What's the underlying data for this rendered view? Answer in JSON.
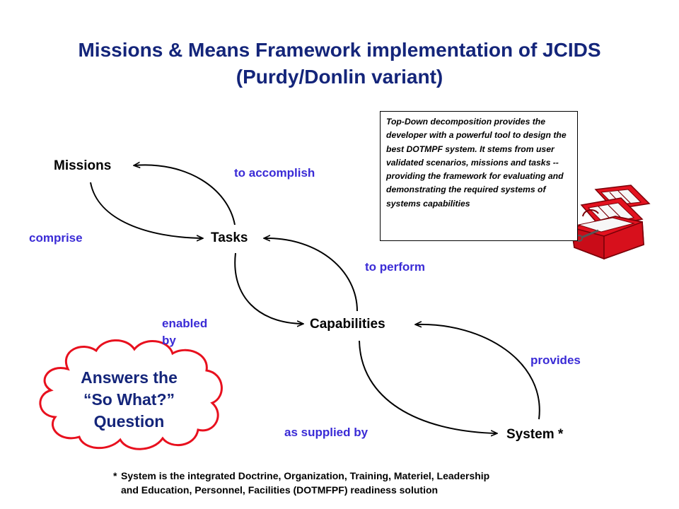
{
  "title": {
    "line1": "Missions & Means Framework implementation of JCIDS",
    "line2": "(Purdy/Donlin variant)"
  },
  "nodes": {
    "missions": "Missions",
    "tasks": "Tasks",
    "capabilities": "Capabilities",
    "system": "System *"
  },
  "relations": {
    "to_accomplish": "to accomplish",
    "comprise": "comprise",
    "to_perform": "to perform",
    "enabled_by": "enabled by",
    "provides": "provides",
    "as_supplied_by": "as supplied by"
  },
  "note": "Top-Down decomposition provides the developer with a powerful tool to design the best DOTMPF system.  It stems from user validated scenarios, missions and tasks --providing the framework for evaluating and demonstrating the required systems of systems capabilities",
  "cloud": {
    "line1": "Answers the",
    "line2": "“So What?”",
    "line3": "Question"
  },
  "footnote": {
    "marker": "*",
    "line1": "System is the integrated Doctrine, Organization, Training, Materiel, Leadership",
    "line2": "and Education, Personnel, Facilities (DOTMFPF) readiness solution"
  },
  "colors": {
    "title": "#14257a",
    "relation_text": "#3a2bd6",
    "cloud_outline": "#e8101e",
    "toolbox": "#e3121f"
  },
  "icons": [
    "toolbox-icon",
    "cloud-shape"
  ]
}
